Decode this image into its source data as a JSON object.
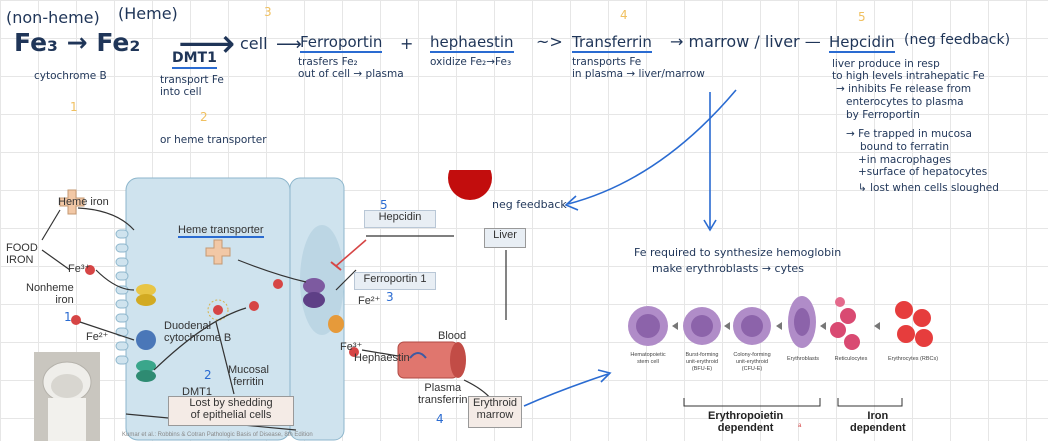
{
  "notes": {
    "non_heme": "(non-heme)",
    "heme": "(Heme)",
    "fe3_fe2": "Fe₃ → Fe₂",
    "cytochrome_b": "cytochrome B",
    "n1": "1",
    "dmt1": "DMT1",
    "dmt1_desc_1": "transport Fe",
    "dmt1_desc_2": "into cell",
    "n2": "2",
    "heme_transporter": "or heme transporter",
    "cell": "cell",
    "n3": "3",
    "ferroportin": "Ferroportin",
    "ferroportin_desc_1": "trasfers Fe₂",
    "ferroportin_desc_2": "out of cell → plasma",
    "plus": "+",
    "hephaestin": "hephaestin",
    "hephaestin_desc": "oxidize Fe₂→Fe₃",
    "wavy": "~>",
    "n4": "4",
    "transferrin": "Transferrin",
    "arrow_marrow": "→ marrow / liver —",
    "transferrin_desc_1": "transports Fe",
    "transferrin_desc_2": "in plasma → liver/marrow",
    "n5": "5",
    "hepcidin": "Hepcidin",
    "neg_feedback_title": "(neg feedback)",
    "hepcidin_lines": [
      "liver produce in resp",
      "to high levels intrahepatic Fe",
      "→ inhibits Fe release from",
      "enterocytes to plasma",
      "by Ferroportin",
      "→ Fe trapped in mucosa",
      "bound to ferratin",
      "+in macrophages",
      "+surface of hepatocytes",
      "↳ lost when cells sloughed"
    ],
    "neg_feedback": "neg feedback",
    "hemoglobin_1": "Fe required to synthesize hemoglobin",
    "hemoglobin_2": "make erythroblasts → cytes"
  },
  "figure": {
    "heme_iron": "Heme iron",
    "food_iron": "FOOD\nIRON",
    "nonheme_iron": "Nonheme\niron",
    "fe3_label": "Fe³⁺",
    "fe2_label": "Fe²⁺",
    "heme_transporter": "Heme transporter",
    "duodenal_cyt_b": "Duodenal\ncytochrome B",
    "dmt1": "DMT1",
    "mucosal_ferritin": "Mucosal\nferritin",
    "lost_by_shedding": "Lost by shedding\nof epithelial cells",
    "hepcidin": "Hepcidin",
    "ferroportin1": "Ferroportin 1",
    "hephaestin": "Hephaestin",
    "blood": "Blood",
    "plasma_transferrin": "Plasma\ntransferrin",
    "liver": "Liver",
    "erythroid_marrow": "Erythroid\nmarrow",
    "citation": "Kumar et al.: Robbins & Cotran Pathologic Basis of Disease, 8th Edition",
    "n1": "1",
    "n2": "2",
    "n3": "3",
    "n4": "4",
    "n5": "5"
  },
  "erythro": {
    "cells": [
      "Hematopoietic\nstem cell",
      "Burst-forming\nunit-erythroid\n(BFU-E)",
      "Colony-forming\nunit-erythroid\n(CFU-E)",
      "Erythroblasts",
      "Reticulocytes",
      "Erythrocytes (RBCs)"
    ],
    "epo": "Erythropoietin\ndependent",
    "epo_mark": "a",
    "iron": "Iron\ndependent"
  },
  "colors": {
    "ink": "#1f3558",
    "blue_underline": "#2a6bd1",
    "yellow_numbers": "#f0c060"
  }
}
